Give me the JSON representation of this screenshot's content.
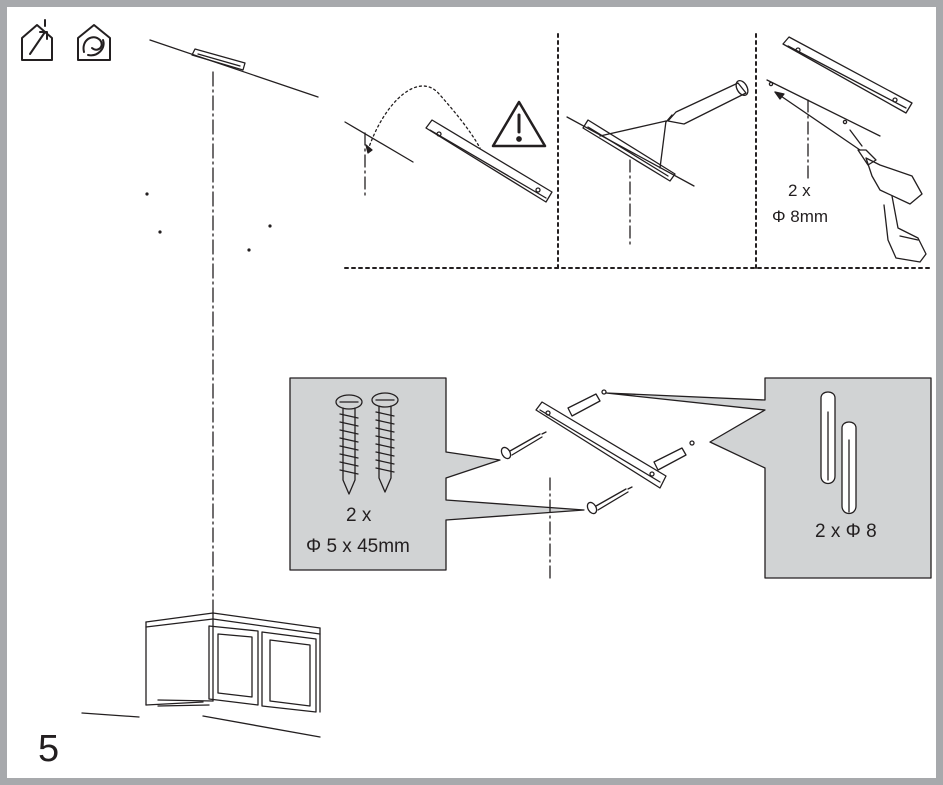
{
  "step_number": "5",
  "drill_spec": {
    "count": "2 x",
    "diameter": "Φ 8mm"
  },
  "screw_spec": {
    "count": "2 x",
    "size": "Φ 5 x 45mm"
  },
  "plug_spec": {
    "label": "2 x  Φ 8"
  },
  "icons": [
    "vent-out-house-icon",
    "recirculation-house-icon",
    "warning-triangle-icon",
    "pencil-icon",
    "drill-icon"
  ],
  "colors": {
    "line": "#231f20",
    "panel": "#d1d3d4",
    "frame": "#a7a9ac",
    "background": "#ffffff"
  }
}
